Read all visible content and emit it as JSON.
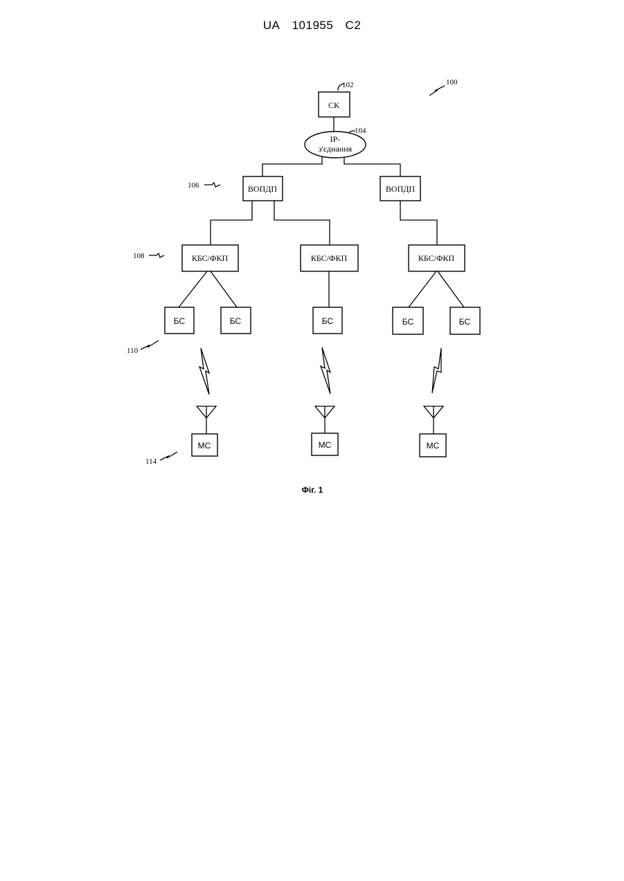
{
  "header": {
    "country": "UA",
    "number": "101955",
    "kind": "C2"
  },
  "figure": {
    "caption": "Фіг. 1",
    "refs": {
      "system": "100",
      "sk": "102",
      "ip": "104",
      "vopdp": "106",
      "kbs": "108",
      "bs": "110",
      "ms": "114"
    },
    "nodes": {
      "sk": "СК",
      "ip_line1": "IP-",
      "ip_line2": "з'єднання",
      "vopdp": [
        "ВОПДП",
        "ВОПДП"
      ],
      "kbs": [
        "КБС/ФКП",
        "КБС/ФКП",
        "КБС/ФКП"
      ],
      "bs": [
        "БС",
        "БС",
        "БС",
        "БС",
        "БС"
      ],
      "ms": [
        "МС",
        "МС",
        "МС"
      ]
    }
  }
}
